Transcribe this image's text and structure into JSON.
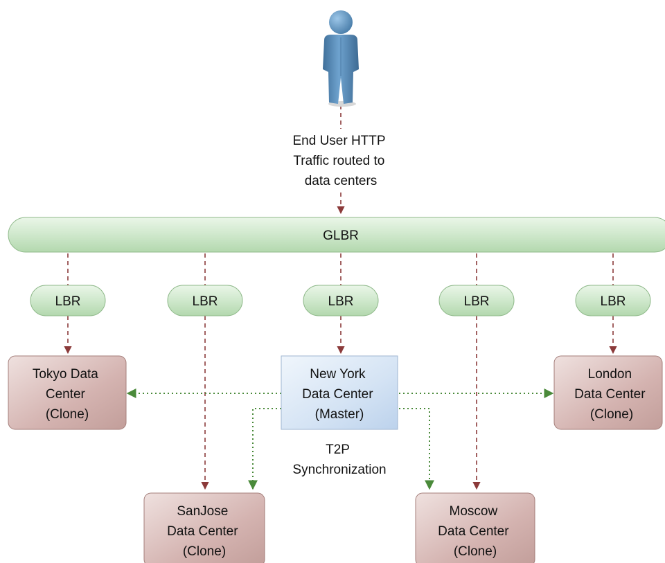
{
  "user": {
    "icon": "user-icon",
    "caption_lines": [
      "End User HTTP",
      "Traffic routed to",
      "data centers"
    ]
  },
  "glbr": {
    "label": "GLBR"
  },
  "lbr_nodes": [
    {
      "label": "LBR"
    },
    {
      "label": "LBR"
    },
    {
      "label": "LBR"
    },
    {
      "label": "LBR"
    },
    {
      "label": "LBR"
    }
  ],
  "data_centers": {
    "tokyo": {
      "lines": [
        "Tokyo Data",
        "Center",
        "(Clone)"
      ]
    },
    "newyork": {
      "lines": [
        "New York",
        "Data Center",
        "(Master)"
      ]
    },
    "london": {
      "lines": [
        "London",
        "Data Center",
        "(Clone)"
      ]
    },
    "sanjose": {
      "lines": [
        "SanJose",
        "Data Center",
        "(Clone)"
      ]
    },
    "moscow": {
      "lines": [
        "Moscow",
        "Data Center",
        "(Clone)"
      ]
    }
  },
  "sync_label": {
    "lines": [
      "T2P",
      "Synchronization"
    ]
  },
  "colors": {
    "clone_fill": "#d4b3b0",
    "master_fill": "#d4e3f4",
    "balancer_fill": "#cfe8cc",
    "request_link": "#8b3a3a",
    "sync_link": "#4a8a3a",
    "user_figure": "#5b8fb9"
  }
}
